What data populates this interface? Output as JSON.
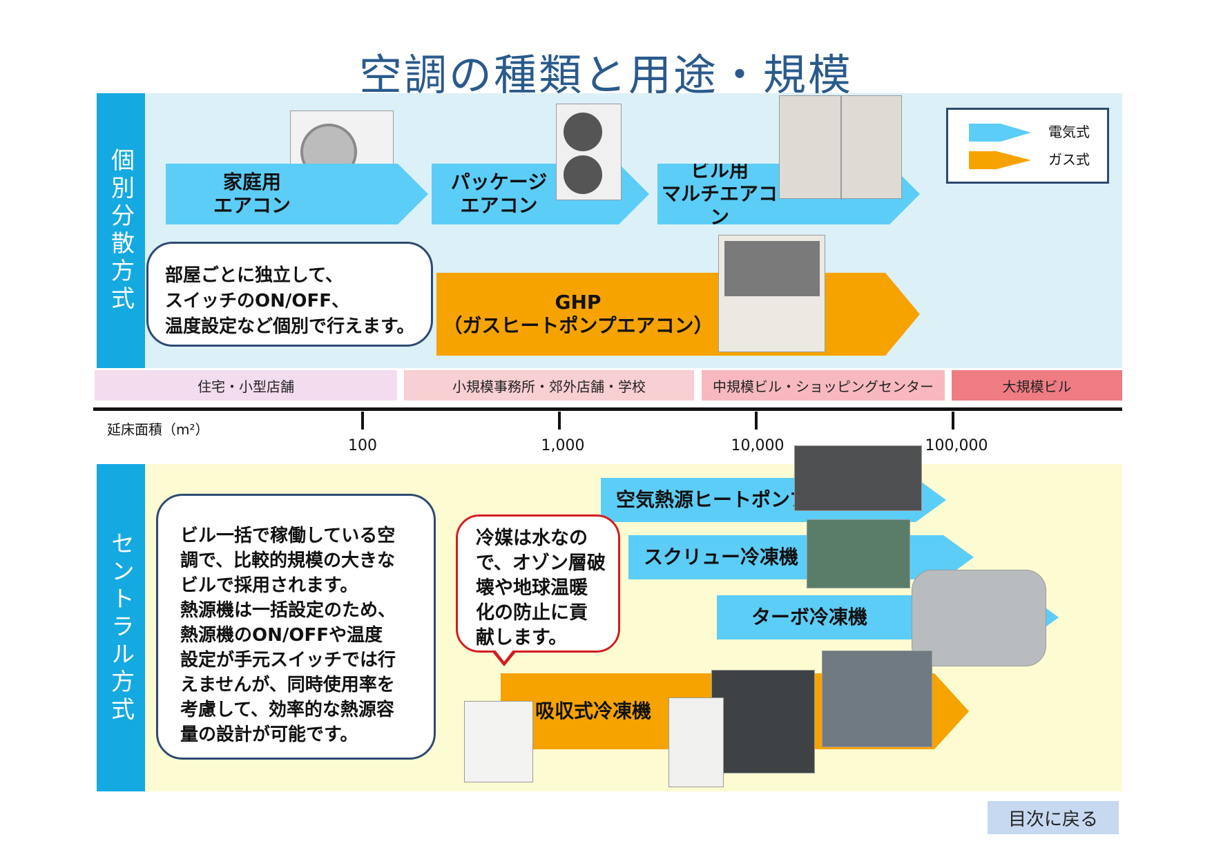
{
  "title": "空調の種類と用途・規模",
  "legend": {
    "electric": "電気式",
    "gas": "ガス式",
    "electric_color": "#5ccdf7",
    "gas_color": "#f6a300"
  },
  "individual": {
    "label": "個別分散方式",
    "arrows": {
      "home": "家庭用\nエアコン",
      "package": "パッケージ\nエアコン",
      "building_multi": "ビル用\nマルチエアコン",
      "ghp": "GHP\n（ガスヒートポンプエアコン）"
    },
    "callout": "部屋ごとに独立して、\nスイッチのON/OFF、\n温度設定など個別で行えます。"
  },
  "scale": {
    "bands": [
      "住宅・小型店舗",
      "小規模事務所・郊外店舗・学校",
      "中規模ビル・ショッピングセンター",
      "大規模ビル"
    ],
    "axis_label": "延床面積（m²）",
    "ticks": [
      "100",
      "1,000",
      "10,000",
      "100,000"
    ]
  },
  "central": {
    "label": "セントラル方式",
    "arrows": {
      "air_heat_pump": "空気熱源ヒートポンプ",
      "screw": "スクリュー冷凍機",
      "turbo": "ターボ冷凍機",
      "absorption": "吸収式冷凍機"
    },
    "callout": "ビル一括で稼働している空\n調で、比較的規模の大きな\nビルで採用されます。\n熱源機は一括設定のため、\n熱源機のON/OFFや温度\n設定が手元スイッチでは行\nえませんが、同時使用率を\n考慮して、効率的な熱源容\n量の設計が可能です。",
    "note": "冷媒は水なの\nで、オゾン層破\n壊や地球温暖\n化の防止に貢\n献します。"
  },
  "back_link": "目次に戻る",
  "colors": {
    "title": "#2a5a8c",
    "band_side": "#15a9e1",
    "band1": "#f2dcee",
    "band2": "#f8cfd2",
    "band3": "#f7b9bf",
    "band4": "#f07c83"
  }
}
